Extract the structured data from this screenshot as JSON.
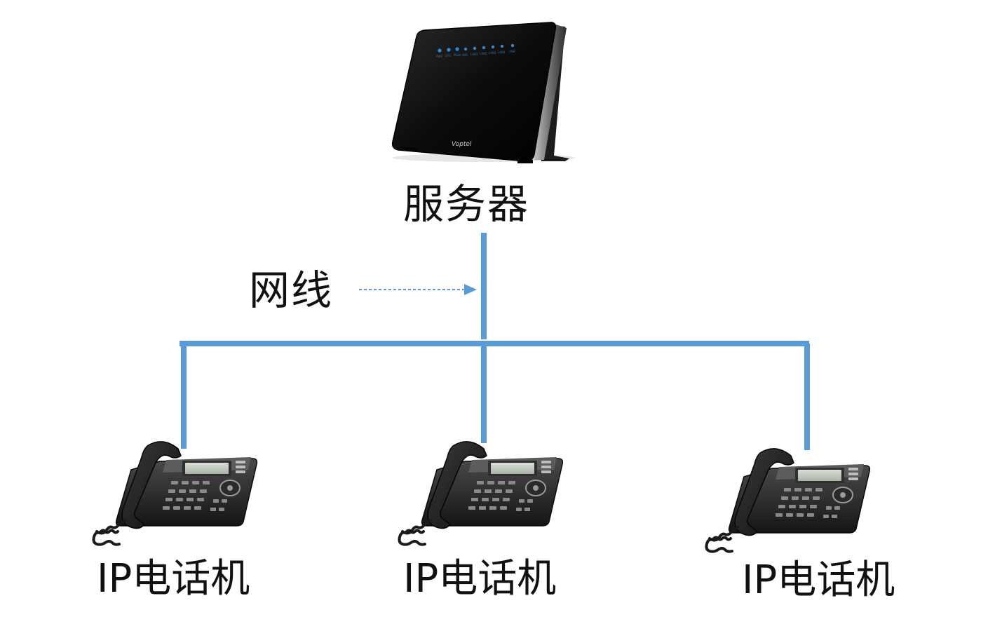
{
  "server": {
    "label": "服务器",
    "brand": "Voptel",
    "indicator_labels": [
      "PWR",
      "SYS",
      "Mesh",
      "WiFi",
      "LAN1",
      "LAN2",
      "LAN3",
      "LAN4",
      "USB"
    ]
  },
  "cable": {
    "label": "网线"
  },
  "phones": [
    {
      "label": "IP电话机"
    },
    {
      "label": "IP电话机"
    },
    {
      "label": "IP电话机"
    }
  ],
  "colors": {
    "line": "#5b9bd5",
    "text": "#111111",
    "device_body": "#161616",
    "indicator": "#2e8bd6"
  },
  "icons": {
    "server": "router-icon",
    "phone": "desk-phone-icon",
    "arrow": "dashed-arrow-icon"
  }
}
